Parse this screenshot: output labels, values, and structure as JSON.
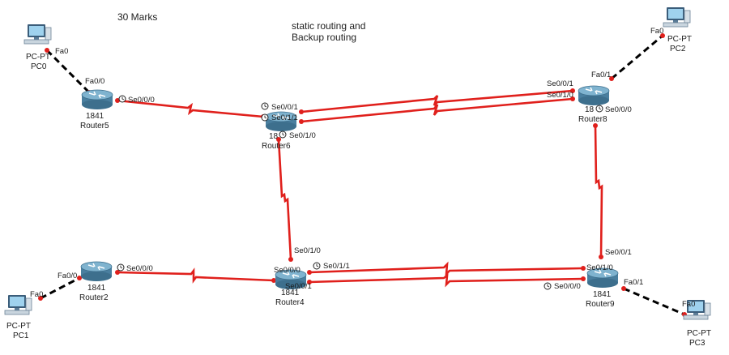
{
  "notes": {
    "marks": "30 Marks",
    "title_line1": "static routing and",
    "title_line2": "Backup routing"
  },
  "colors": {
    "serial_link": "#e0201c",
    "ethernet_link": "#000000",
    "router_body": "#5c93b3"
  },
  "devices": {
    "router5": {
      "model": "1841",
      "name": "Router5",
      "icon": "router-icon"
    },
    "router6": {
      "model": "18",
      "name": "Router6",
      "icon": "router-icon"
    },
    "router8": {
      "model": "18",
      "name": "Router8",
      "icon": "router-icon"
    },
    "router2": {
      "model": "1841",
      "name": "Router2",
      "icon": "router-icon"
    },
    "router4": {
      "model": "1841",
      "name": "Router4",
      "icon": "router-icon"
    },
    "router9": {
      "model": "1841",
      "name": "Router9",
      "icon": "router-icon"
    },
    "pc0": {
      "model": "PC-PT",
      "name": "PC0",
      "icon": "pc-icon"
    },
    "pc1": {
      "model": "PC-PT",
      "name": "PC1",
      "icon": "pc-icon"
    },
    "pc2": {
      "model": "PC-PT",
      "name": "PC2",
      "icon": "pc-icon"
    },
    "pc3": {
      "model": "PC-PT",
      "name": "PC3",
      "icon": "pc-icon"
    }
  },
  "ports": {
    "pc0_fa0": "Fa0",
    "r5_fa00": "Fa0/0",
    "r5_se000": "Se0/0/0",
    "r6_se001": "Se0/0/1",
    "r6_se011": "Se0/1/1",
    "r6_se010": "Se0/1/0",
    "r8_se001": "Se0/0/1",
    "r8_se010": "Se0/1/0",
    "r8_se000": "Se0/0/0",
    "r8_fa01": "Fa0/1",
    "pc2_fa0": "Fa0",
    "pc1_fa0": "Fa0",
    "r2_fa00": "Fa0/0",
    "r2_se000": "Se0/0/0",
    "r4_se010": "Se0/1/0",
    "r4_se000": "Se0/0/0",
    "r4_se011": "Se0/1/1",
    "r4_se001": "Se0/0/1",
    "r9_se001": "Se0/0/1",
    "r9_se010": "Se0/1/0",
    "r9_se000": "Se0/0/0",
    "r9_fa01": "Fa0/1",
    "pc3_fa0": "Fa0"
  }
}
